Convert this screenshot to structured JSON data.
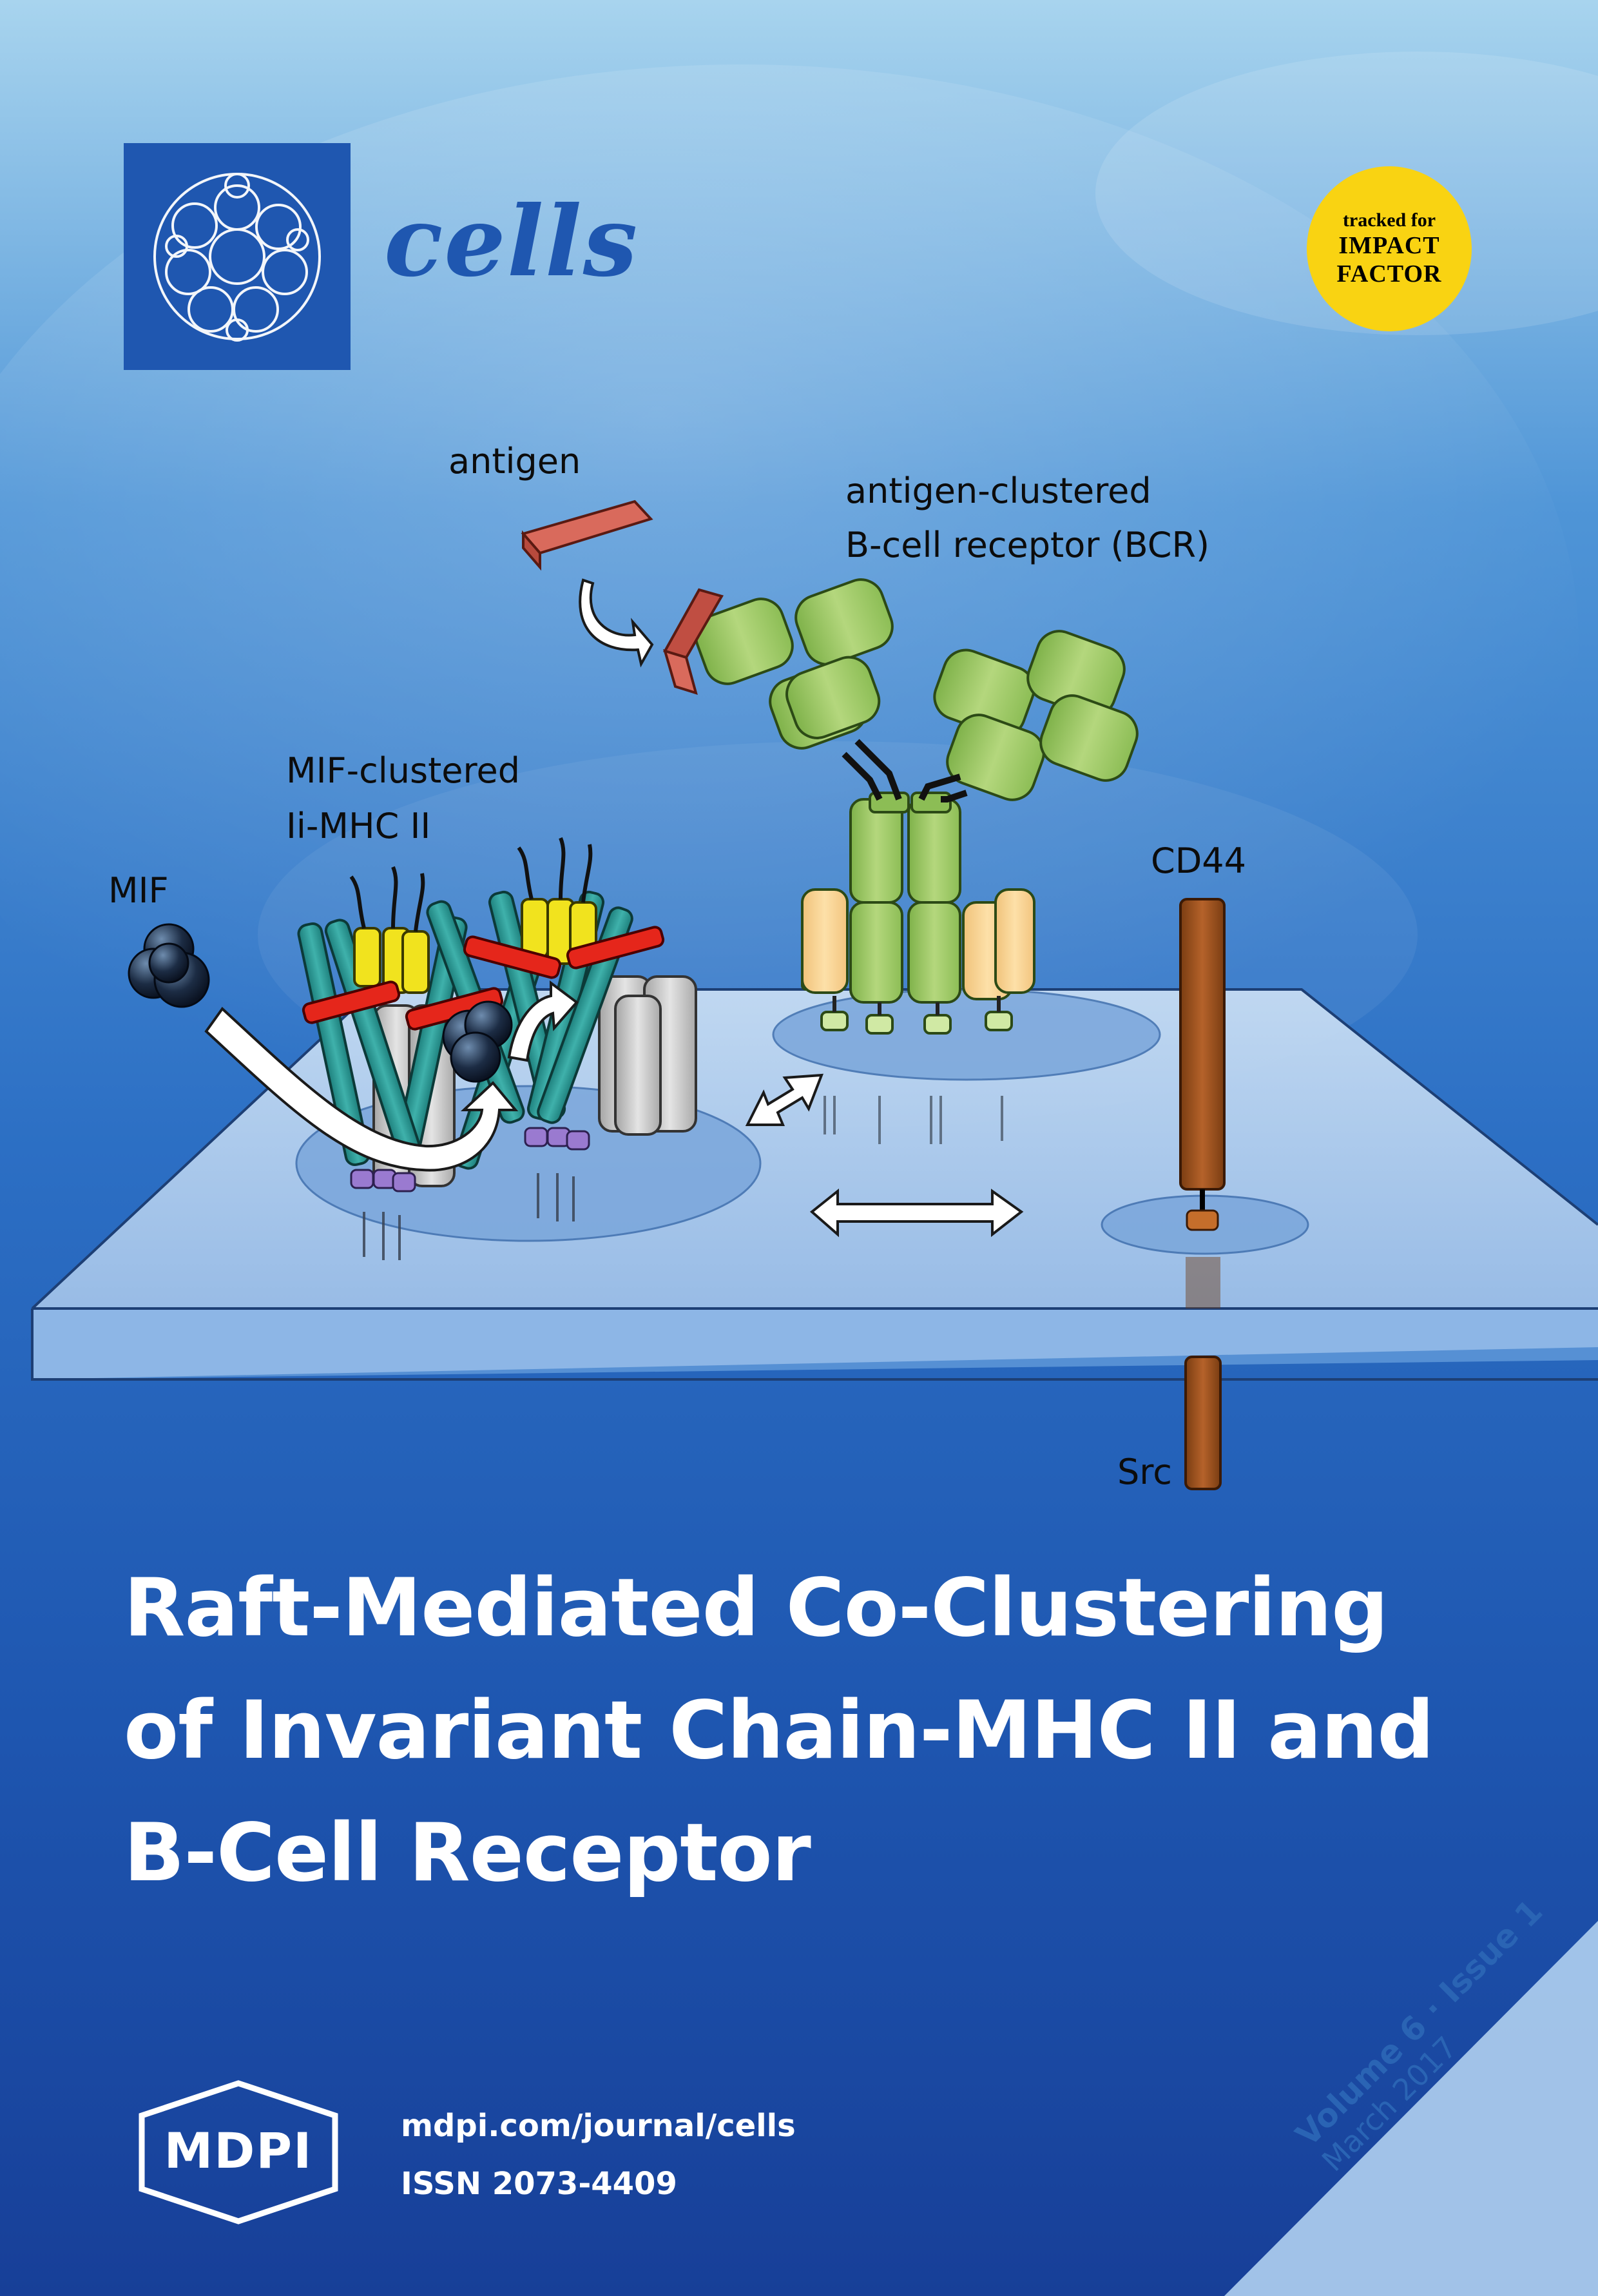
{
  "journal": {
    "name": "cells"
  },
  "badge": {
    "line1": "tracked for",
    "line2": "IMPACT",
    "line3": "FACTOR"
  },
  "figure": {
    "labels": {
      "antigen": "antigen",
      "bcr_line1": "antigen-clustered",
      "bcr_line2": "B-cell receptor (BCR)",
      "mif_cluster_line1": "MIF-clustered",
      "mif_cluster_line2": "Ii-MHC II",
      "mif": "MIF",
      "cd44": "CD44",
      "src": "Src"
    }
  },
  "cover_title": {
    "line1": "Raft-Mediated Co-Clustering",
    "line2": "of Invariant Chain-MHC II and",
    "line3": "B-Cell Receptor"
  },
  "footer": {
    "publisher": "MDPI",
    "url": "mdpi.com/journal/cells",
    "issn": "ISSN 2073-4409"
  },
  "issue": {
    "volume_issue": "Volume 6 · Issue 1",
    "date": "March 2017"
  },
  "colors": {
    "brand_blue": "#1f57b0",
    "badge_yellow": "#f9d312",
    "corner_band": "#a9c9ec",
    "corner_text": "#2a64b4"
  }
}
